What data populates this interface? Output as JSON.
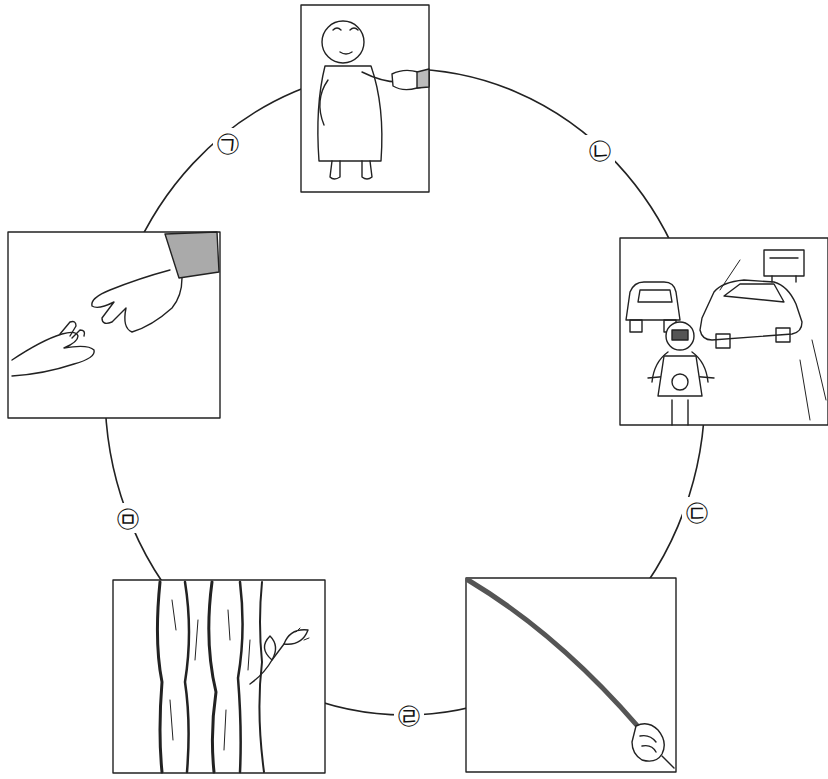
{
  "diagram": {
    "labels": [
      "㉠",
      "㉡",
      "㉢",
      "㉣",
      "㉤"
    ]
  }
}
